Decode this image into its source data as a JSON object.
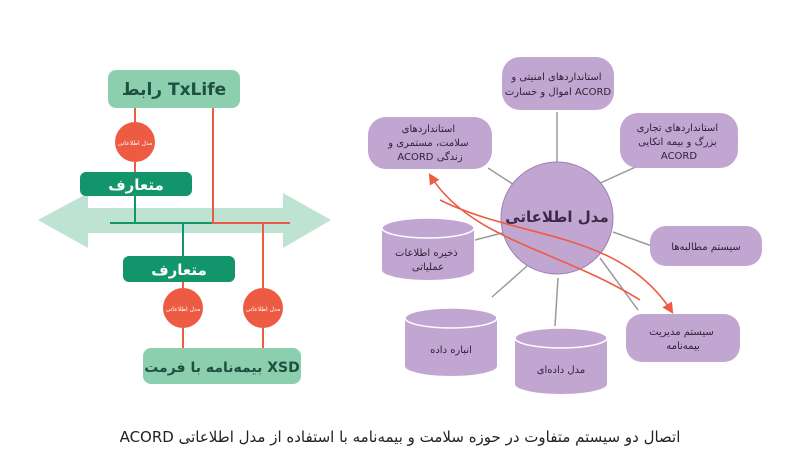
{
  "left": {
    "txlife": "رابط TxLife",
    "common_red_label": "مدل اطلاعاتی",
    "green_label": "متعارف",
    "xsd": "بیمه‌نامه با فرمت XSD"
  },
  "right": {
    "center": "مدل  اطلاعاتی",
    "node_security": [
      "استانداردهای امنیتی و",
      "اموال و خسارت ACORD"
    ],
    "node_health": [
      "استانداردهای",
      "سلامت، مستمری و",
      "ACORD زندگی"
    ],
    "node_commercial": [
      "استانداردهای تجاری",
      "بزرگ و بیمه اتکایی",
      "ACORD"
    ],
    "node_claims": "سیستم مطالبه‌ها",
    "node_policy": [
      "سیستم مدیریت",
      "بیمه‌نامه"
    ],
    "cyl_ops": [
      "ذخیره اطلاعات",
      "عملیاتی"
    ],
    "cyl_warehouse": "انباره داده",
    "cyl_datamodel": "مدل داده‌ای"
  },
  "caption": "اتصال دو سیستم متفاوت در حوزه سلامت و بیمه‌نامه با استفاده از مدل اطلاعاتی ACORD",
  "colors": {
    "mint": "#8ccfae",
    "mint_arrow": "#bfe3d2",
    "green": "#12956b",
    "red": "#ee5b43",
    "purple": "#c2a6d2",
    "purple_stroke": "#9b7fb2",
    "spoke": "#9a9a9a"
  }
}
